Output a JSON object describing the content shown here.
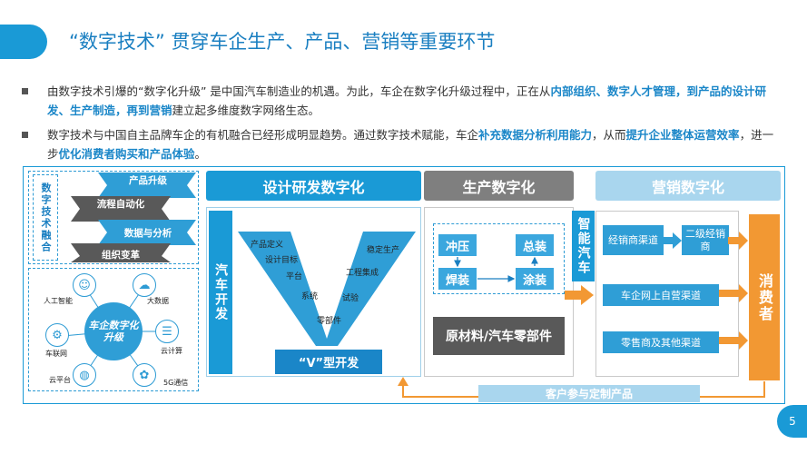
{
  "title": "“数字技术” 贯穿车企生产、产品、营销等重要环节",
  "bullets": [
    {
      "parts": [
        {
          "text": "由数字技术引爆的“数字化升级” 是中国汽车制造业的机遇。为此，车企在数字化升级过程中，正在从",
          "hl": false
        },
        {
          "text": "内部组织、数字人才管理，到产品的设计研发、生产制造，再到营销",
          "hl": true
        },
        {
          "text": "建立起多维度数字网络生态。",
          "hl": false
        }
      ]
    },
    {
      "parts": [
        {
          "text": "数字技术与中国自主品牌车企的有机融合已经形成明显趋势。通过数字技术赋能，车企",
          "hl": false
        },
        {
          "text": "补充数据分析利用能力",
          "hl": true
        },
        {
          "text": "，从而",
          "hl": false
        },
        {
          "text": "提升企业整体运营效率",
          "hl": true
        },
        {
          "text": "，进一步",
          "hl": false
        },
        {
          "text": "优化消费者购买和产品体验",
          "hl": true
        },
        {
          "text": "。",
          "hl": false
        }
      ]
    }
  ],
  "left_panel": {
    "vertical_label": "数字技术融合",
    "steps": [
      "产品升级",
      "流程自动化",
      "数据与分析",
      "组织变革"
    ],
    "hub_label": "车企数字化升级",
    "nodes": [
      {
        "label": "人工智能",
        "icon": "ai-icon",
        "glyph": "☺"
      },
      {
        "label": "大数据",
        "icon": "bigdata-icon",
        "glyph": "☁"
      },
      {
        "label": "车联网",
        "icon": "iov-icon",
        "glyph": "⚙"
      },
      {
        "label": "云计算",
        "icon": "cloud-computing-icon",
        "glyph": "☰"
      },
      {
        "label": "云平台",
        "icon": "cloud-platform-icon",
        "glyph": "◍"
      },
      {
        "label": "5G通信",
        "icon": "5g-icon",
        "glyph": "✿"
      }
    ]
  },
  "design": {
    "header": "设计研发数字化",
    "vertical_label": "汽车开发",
    "v_left": [
      "产品定义",
      "设计目标",
      "平台",
      "系统"
    ],
    "v_bottom": "零部件",
    "v_right": [
      "稳定生产",
      "工程集成",
      "试验"
    ],
    "footer": "“V”型开发"
  },
  "production": {
    "header": "生产数字化",
    "steps": [
      "冲压",
      "总装",
      "焊装",
      "涂装"
    ],
    "materials": "原材料/汽车零部件"
  },
  "smart_car": "智能汽车",
  "marketing": {
    "header": "营销数字化",
    "dealer": "经销商渠道",
    "second_dealer": "二级经销商",
    "online": "车企网上自营渠道",
    "retail": "零售商及其他渠道",
    "consumer": "消费者",
    "feedback": "客户参与定制产品"
  },
  "page_number": "5",
  "colors": {
    "accent": "#1a9ad6",
    "orange": "#f29833",
    "gray": "#7f7f7f",
    "dark_gray": "#595959"
  }
}
